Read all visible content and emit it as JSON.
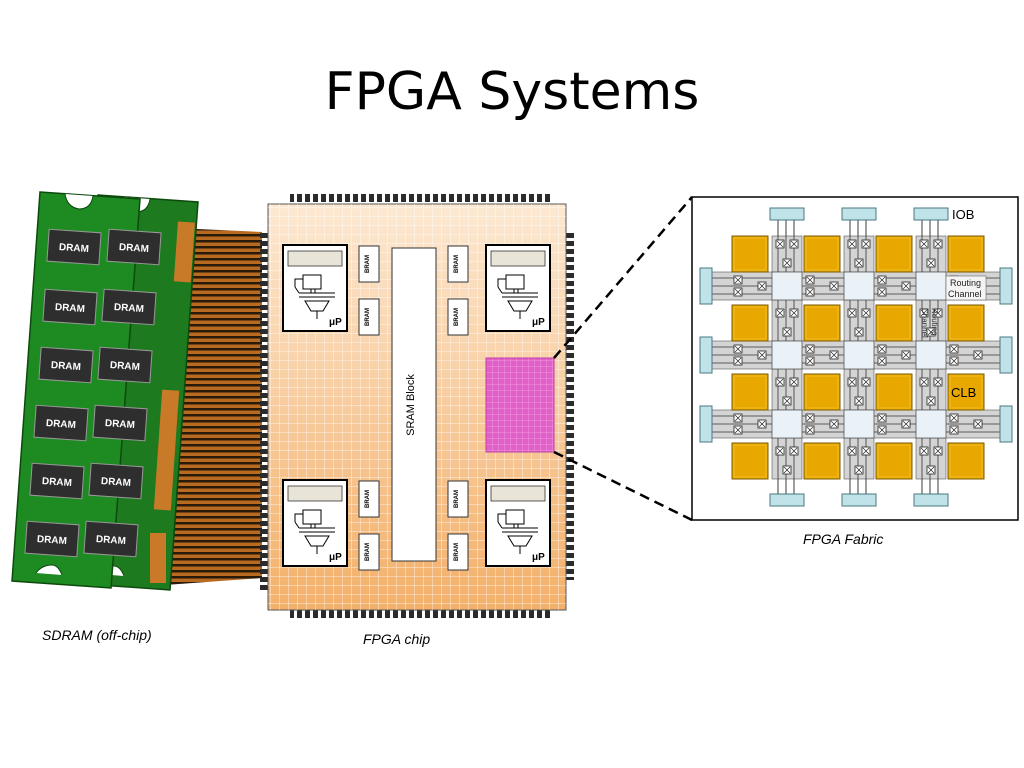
{
  "slide": {
    "title": "FPGA Systems"
  },
  "sdram": {
    "module_label": "DRAM",
    "caption": "SDRAM (off-chip)"
  },
  "fpga_chip": {
    "bram_label": "BRAM",
    "sram_label": "SRAM Block",
    "processor_label": "μP",
    "caption": "FPGA chip"
  },
  "fabric": {
    "iob_label": "IOB",
    "routing_label_line1": "Routing",
    "routing_label_line2": "Channel",
    "clb_label": "CLB",
    "caption": "FPGA Fabric"
  },
  "colors": {
    "pcb_green": "#1e7a1e",
    "dram_chip": "#2e2e2e",
    "gold_contact": "#c87a28",
    "chip_fill": "#f7c792",
    "fabric_highlight": "#e060c8",
    "clb_gold": "#e8a800",
    "iob_cyan": "#bfe3e8"
  }
}
